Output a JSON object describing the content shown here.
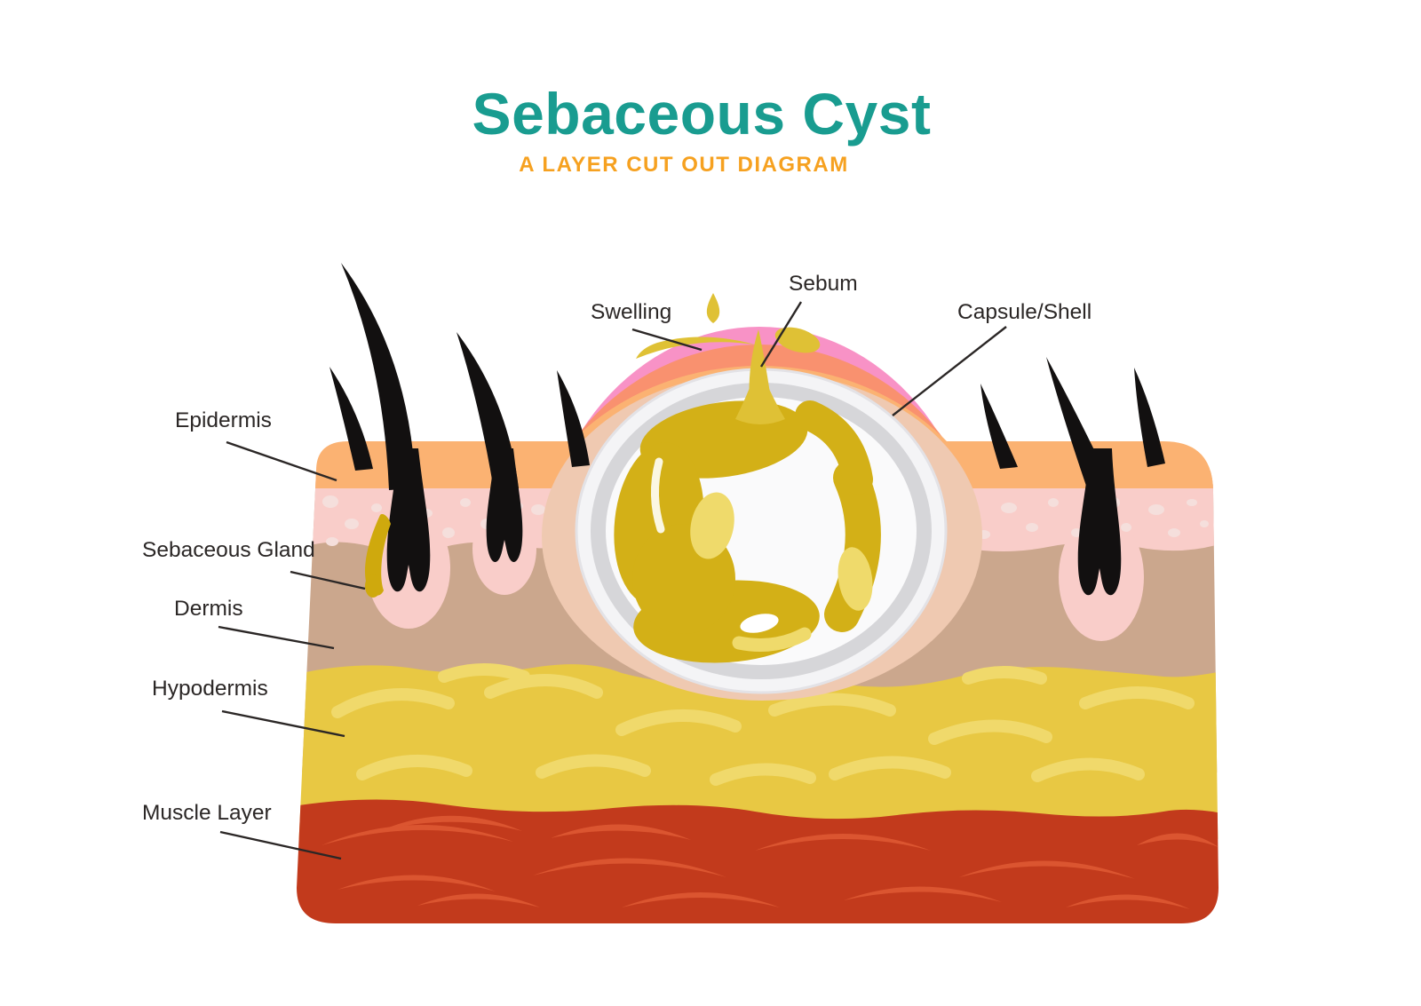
{
  "header": {
    "title": "Sebaceous Cyst",
    "subtitle": "A LAYER CUT OUT DIAGRAM"
  },
  "labels": {
    "swelling": "Swelling",
    "sebum": "Sebum",
    "capsule_shell": "Capsule/Shell",
    "epidermis": "Epidermis",
    "sebaceous_gland": "Sebaceous Gland",
    "dermis": "Dermis",
    "hypodermis": "Hypodermis",
    "muscle_layer": "Muscle Layer"
  },
  "colors": {
    "title_teal": "#199C90",
    "subtitle_orange": "#F6A120",
    "label_text": "#2B2726",
    "leader_line": "#2B2726",
    "epidermis_orange": "#FBB272",
    "upper_dermis_pink": "#F9CDC9",
    "speckle_pink": "#F5DFDC",
    "dermis_tan": "#CBA78D",
    "hypodermis_yellow": "#E8C843",
    "fat_lobule_yellow": "#F0D96B",
    "muscle_red": "#C23A1C",
    "muscle_fiber_red": "#DB5530",
    "bump_pink": "#F892C6",
    "bump_salmon": "#F9916F",
    "cyst_socket_tan": "#EFC9B1",
    "capsule_white": "#F4F4F6",
    "capsule_gray": "#D6D6D9",
    "capsule_inner_white": "#FAFAFB",
    "sebum_dark": "#D3B017",
    "sebum_mid": "#DFC135",
    "sebum_light": "#EFDA6B",
    "gland_yellow": "#CFA90D",
    "hair_black": "#121010"
  }
}
